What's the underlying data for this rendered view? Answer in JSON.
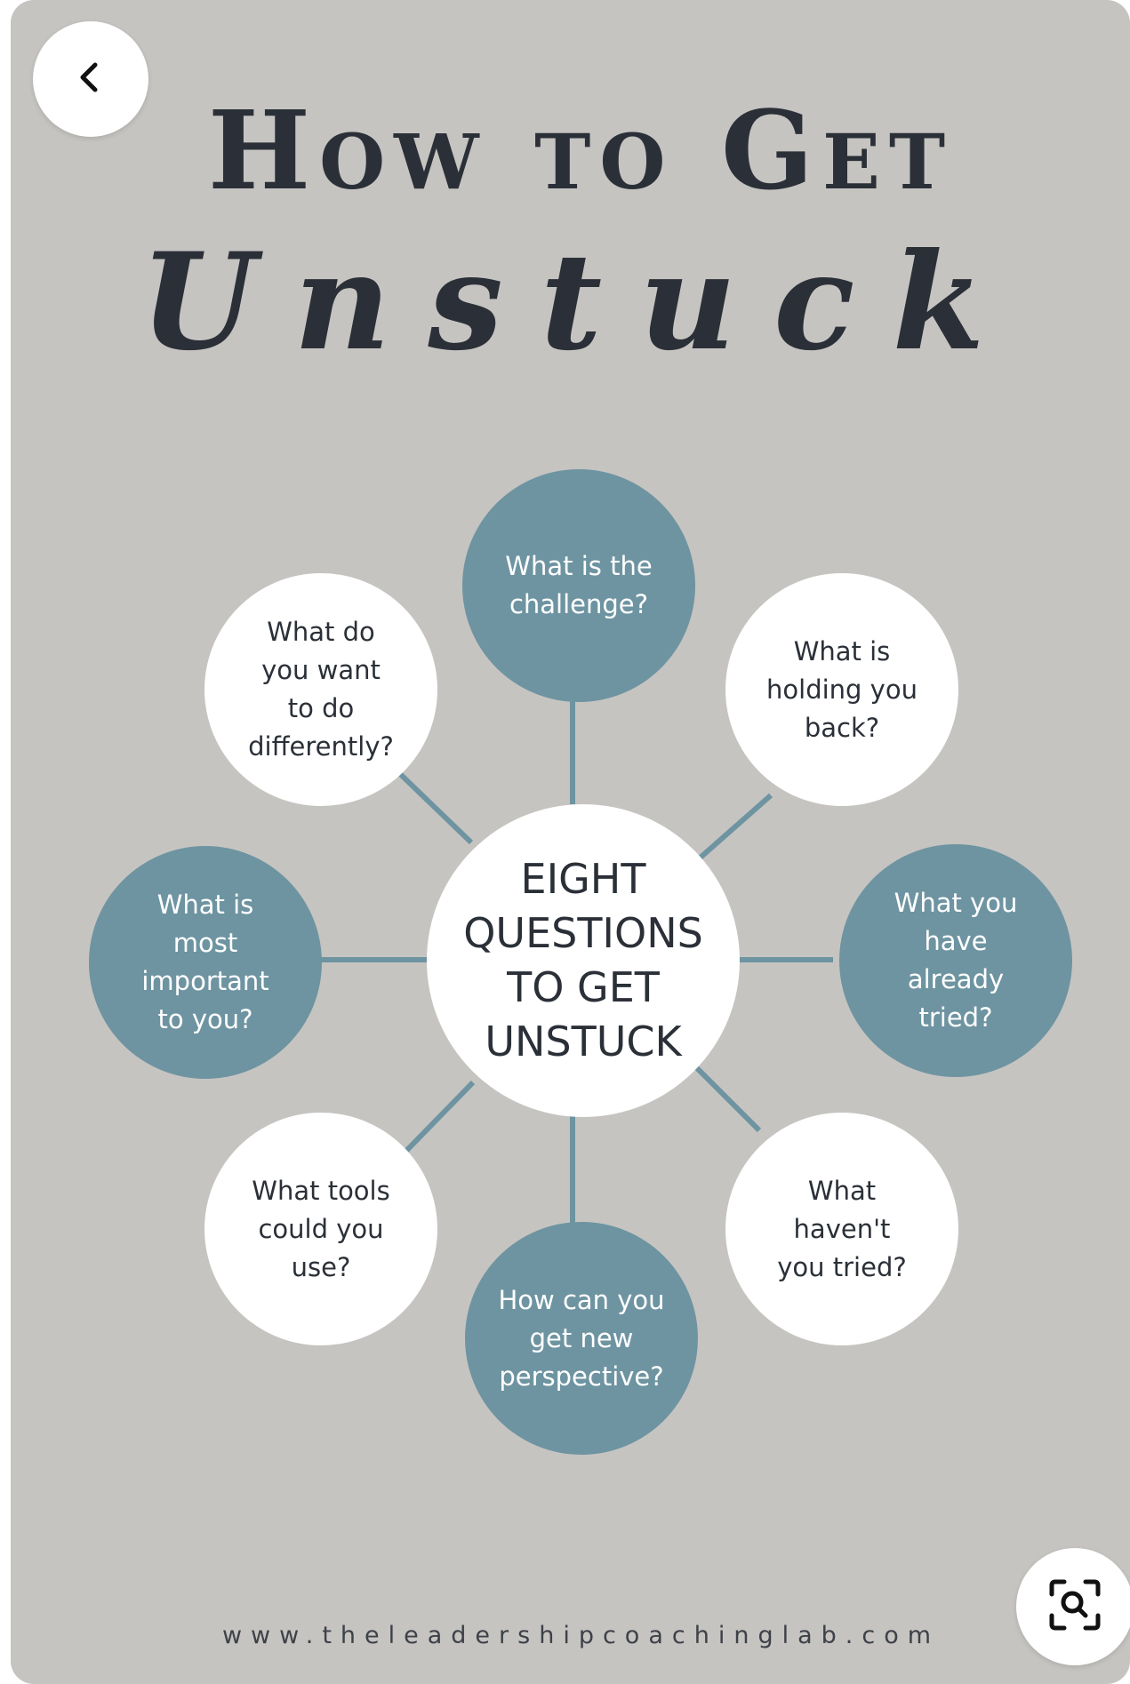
{
  "title": {
    "line1": "How to Get",
    "line2": "Unstuck"
  },
  "center": {
    "label": "EIGHT\nQUESTIONS\nTO GET\nUNSTUCK"
  },
  "questions": [
    {
      "text": "What is the\nchallenge?",
      "style": "teal"
    },
    {
      "text": "What is\nholding you\nback?",
      "style": "white"
    },
    {
      "text": "What you\nhave\nalready\ntried?",
      "style": "teal"
    },
    {
      "text": "What\nhaven't\nyou tried?",
      "style": "white"
    },
    {
      "text": "How can you\nget new\nperspective?",
      "style": "teal"
    },
    {
      "text": "What tools\ncould you\nuse?",
      "style": "white"
    },
    {
      "text": "What is\nmost\nimportant\nto you?",
      "style": "teal"
    },
    {
      "text": "What do\nyou want\nto do\ndifferently?",
      "style": "white"
    }
  ],
  "footer": {
    "url": "www.theleadershipcoachinglab.com"
  },
  "colors": {
    "background": "#c6c4c1",
    "teal": "#6e94a1",
    "ink": "#2b3038"
  },
  "icons": {
    "back": "chevron-left-icon",
    "visual_search": "visual-search-icon"
  }
}
